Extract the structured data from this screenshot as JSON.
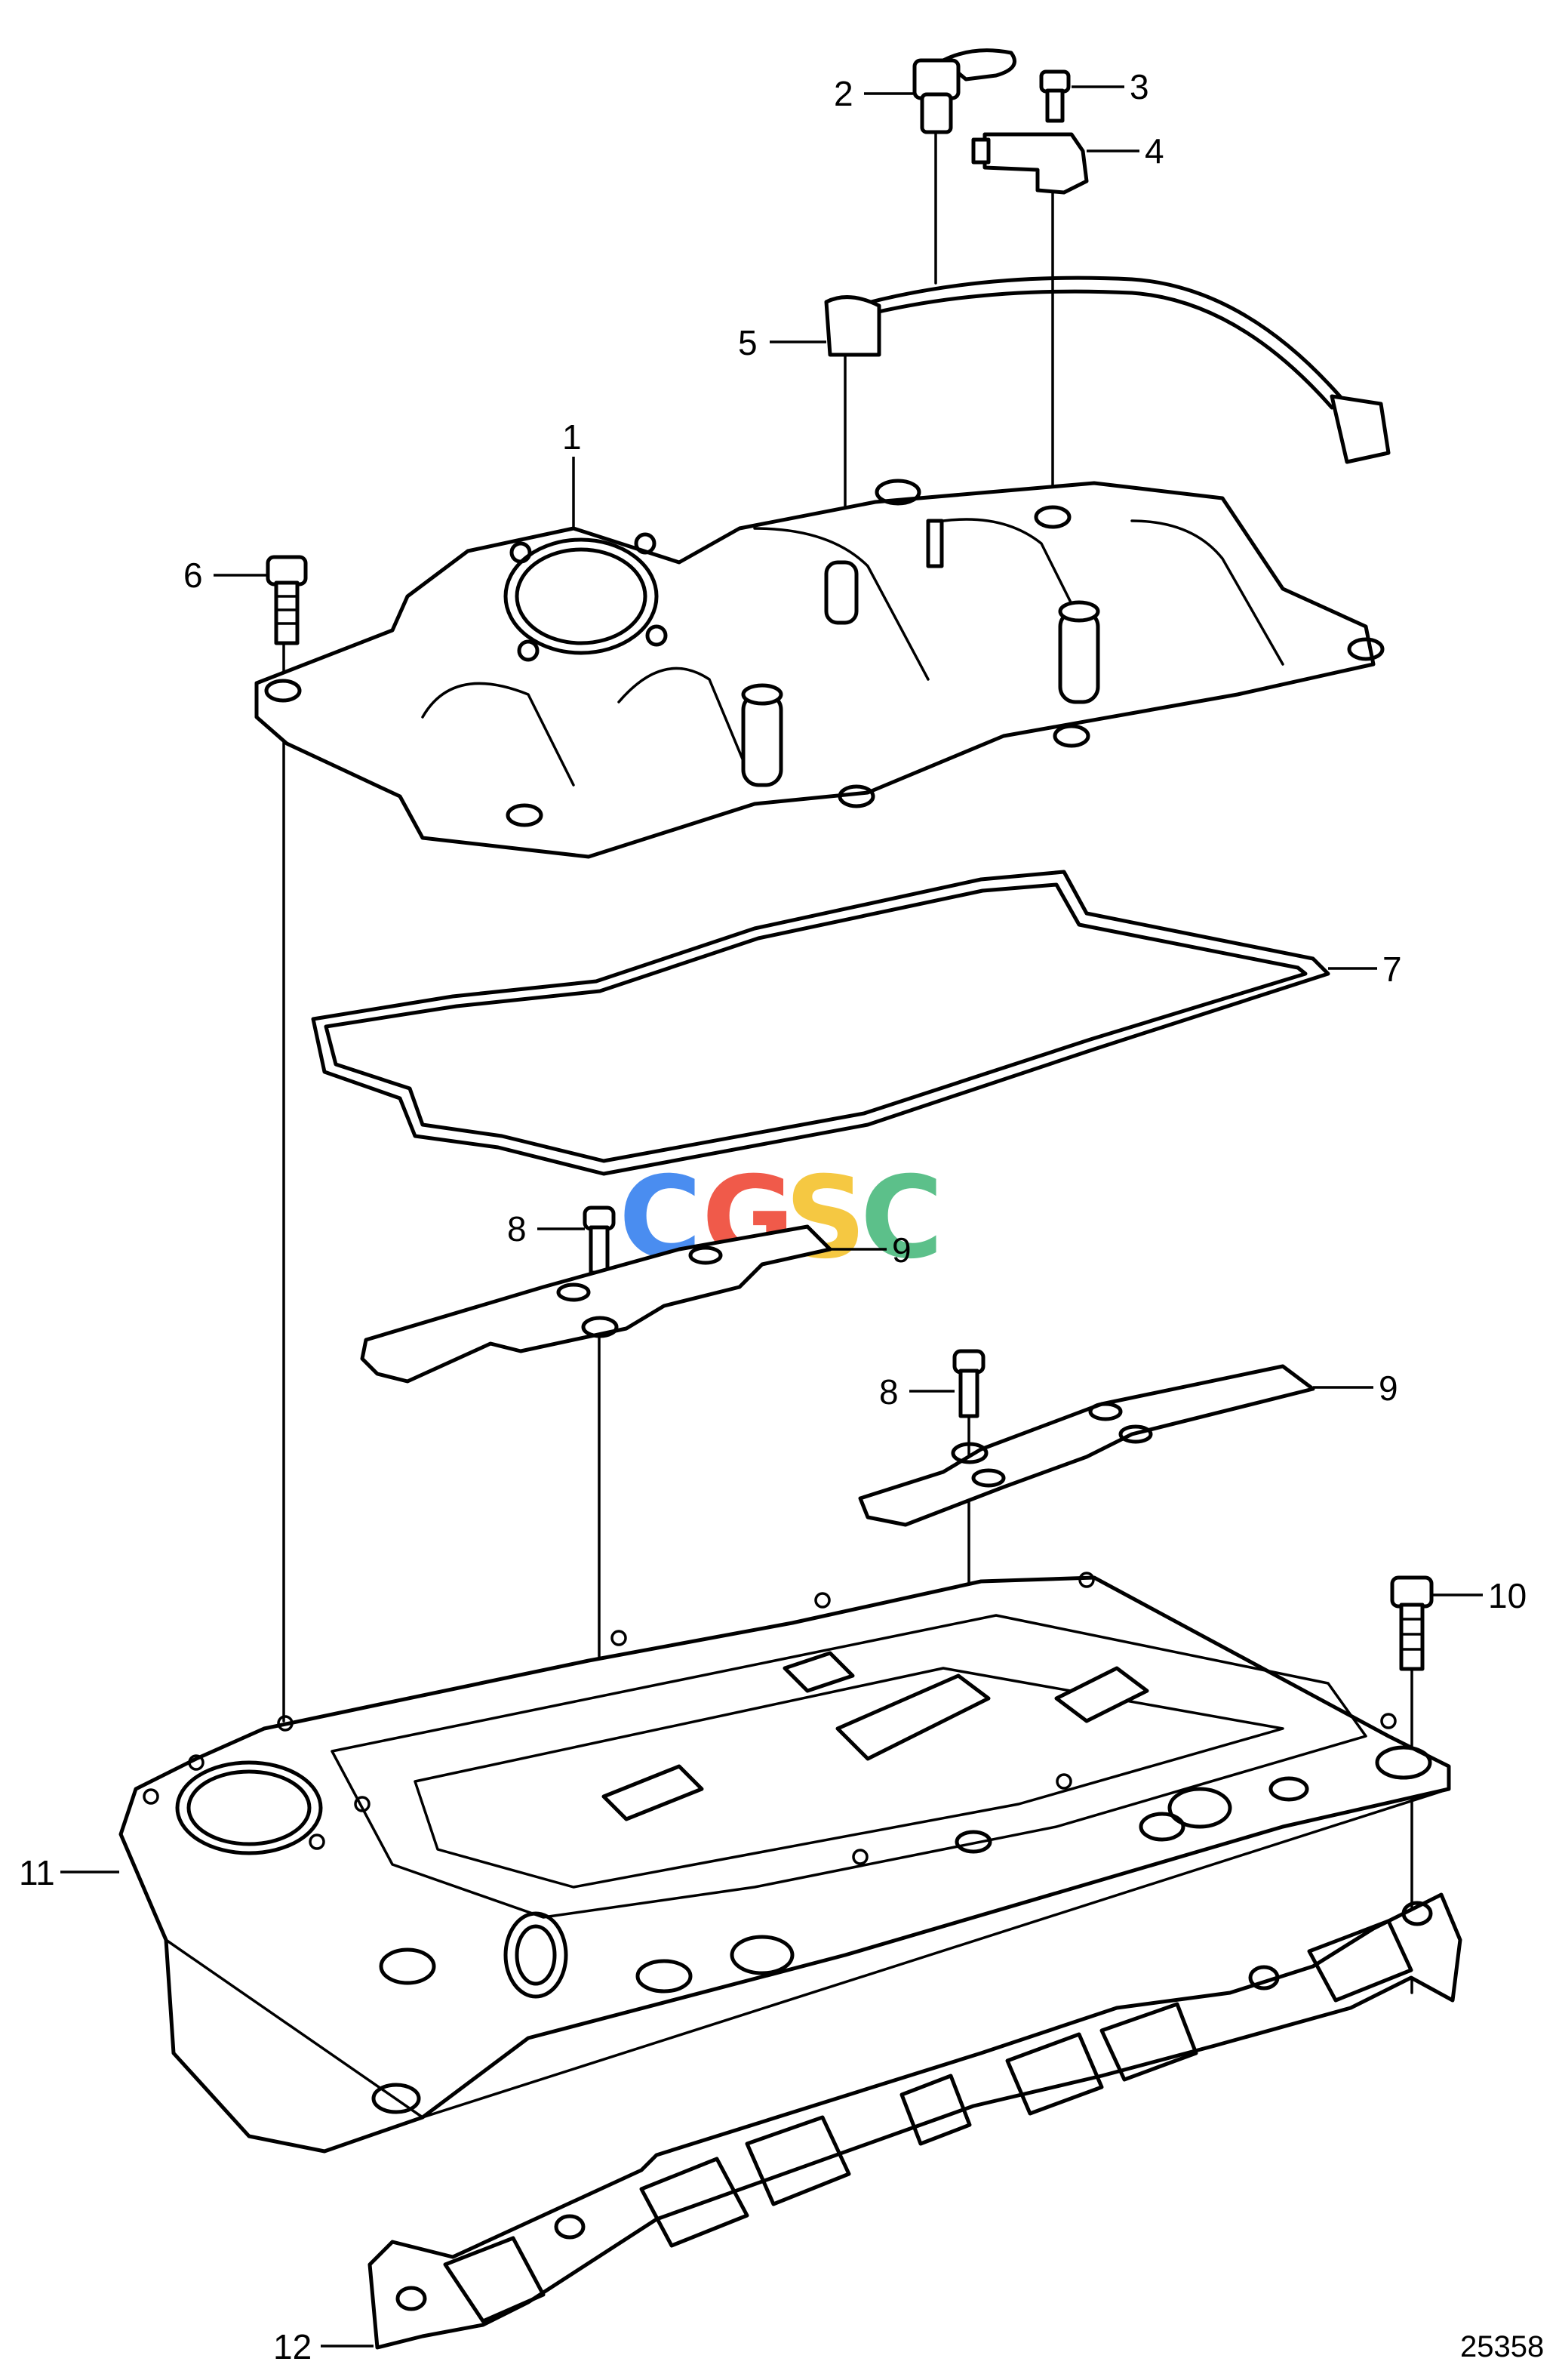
{
  "callouts": {
    "c1": "1",
    "c2": "2",
    "c3": "3",
    "c4": "4",
    "c5": "5",
    "c6": "6",
    "c7": "7",
    "c8a": "8",
    "c9a": "9",
    "c8b": "8",
    "c9b": "9",
    "c10": "10",
    "c11": "11",
    "c12": "12"
  },
  "watermark": {
    "letters": [
      "C",
      "G",
      "S",
      "C"
    ],
    "colors": [
      "#4a8df0",
      "#f05a4a",
      "#f5c842",
      "#5cc08a"
    ]
  },
  "reference_number": "25358"
}
